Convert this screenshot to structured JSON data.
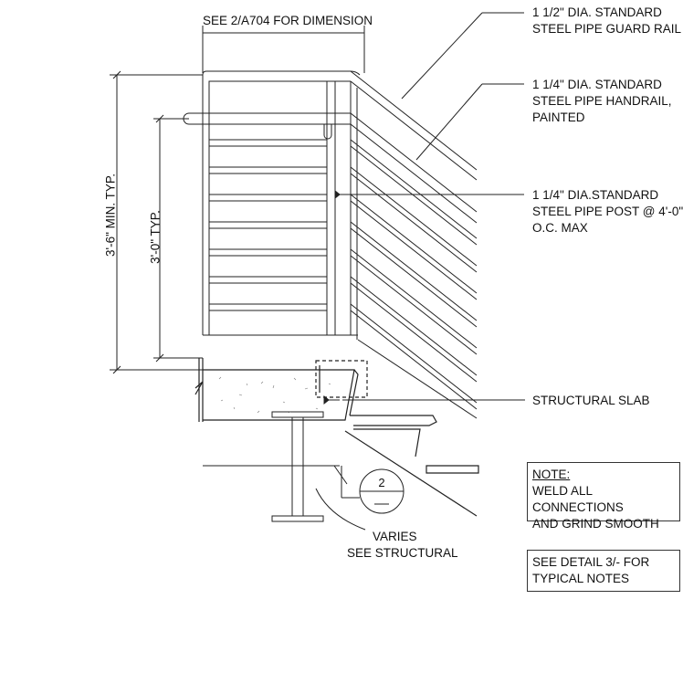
{
  "labels": {
    "top_dimension": "SEE 2/A704 FOR DIMENSION",
    "guard_rail": [
      "1 1/2\" DIA. STANDARD",
      "STEEL PIPE GUARD RAIL"
    ],
    "handrail": [
      "1 1/4\" DIA. STANDARD",
      "STEEL PIPE HANDRAIL,",
      "PAINTED"
    ],
    "post": [
      "1 1/4\" DIA.STANDARD",
      "STEEL PIPE POST @ 4'-0\"",
      "O.C. MAX"
    ],
    "structural_slab": "STRUCTURAL SLAB",
    "varies": [
      "VARIES",
      "SEE STRUCTURAL"
    ],
    "dim_guard_height": "3'-6\" MIN. TYP.",
    "dim_handrail_height": "3'-0\" TYP.",
    "detail_number": "2"
  },
  "notes": {
    "note_title": "NOTE:",
    "note_lines": [
      "WELD ALL CONNECTIONS",
      "AND GRIND SMOOTH"
    ],
    "detail_ref": [
      "SEE DETAIL 3/- FOR",
      "TYPICAL NOTES"
    ]
  }
}
